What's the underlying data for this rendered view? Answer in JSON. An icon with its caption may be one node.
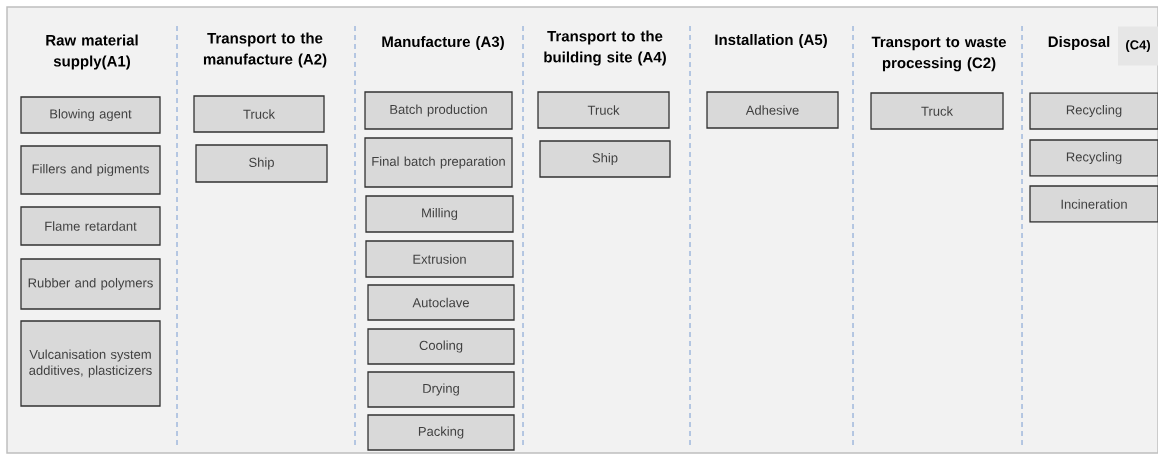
{
  "diagram": {
    "nodes": [
      {
        "text": [
          "Blowing agent"
        ]
      },
      {
        "text": [
          "Fillers and pigments"
        ]
      },
      {
        "text": [
          "Flame retardant"
        ]
      },
      {
        "text": [
          "Rubber and polymers"
        ]
      },
      {
        "text": [
          "Vulcanisation system additives, plasticizers"
        ]
      },
      {
        "text": [
          "Truck"
        ]
      },
      {
        "text": [
          "Ship"
        ]
      },
      {
        "text": [
          "Batch production"
        ]
      },
      {
        "text": [
          "Final batch preparation"
        ]
      },
      {
        "text": [
          "Milling"
        ]
      },
      {
        "text": [
          "Extrusion"
        ]
      },
      {
        "text": [
          "Autoclave"
        ]
      },
      {
        "text": [
          "Cooling"
        ]
      },
      {
        "text": [
          "Drying"
        ]
      },
      {
        "text": [
          "Packing"
        ]
      },
      {
        "text": [
          "Truck"
        ]
      },
      {
        "text": [
          "Ship"
        ]
      },
      {
        "text": [
          "Adhesive"
        ]
      },
      {
        "text": [
          "Truck"
        ]
      },
      {
        "text": [
          "Recycling"
        ]
      },
      {
        "text": [
          "Recycling"
        ]
      },
      {
        "text": [
          "Incineration"
        ]
      }
    ],
    "labels": [
      "Raw material supply(A1)",
      "Transport to the manufacture (A2)",
      "Manufacture (A3)",
      "Transport to the building site (A4)",
      "Installation (A5)",
      "Transport to waste processing (C2)",
      "Disposal",
      "(C4)"
    ]
  }
}
